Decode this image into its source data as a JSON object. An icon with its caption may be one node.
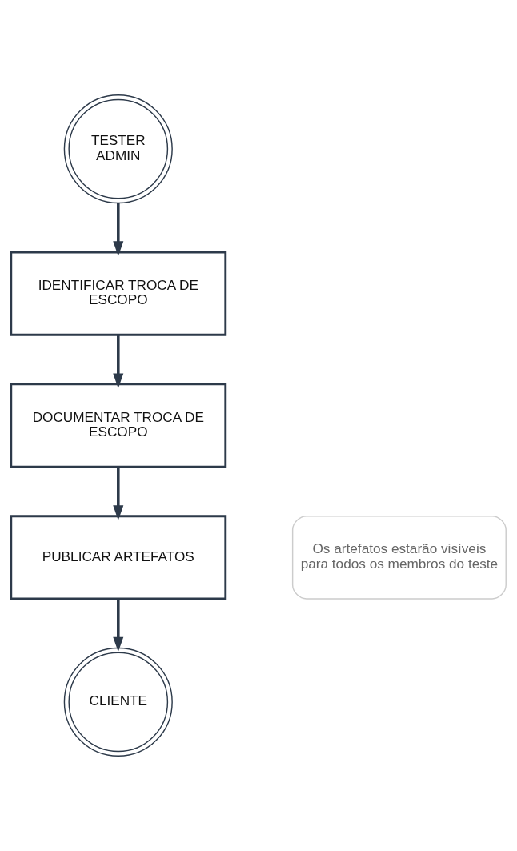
{
  "diagram": {
    "nodes": [
      {
        "text": [
          "TESTER ADMIN"
        ]
      },
      {
        "text": [
          "IDENTIFICAR TROCA DE ESCOPO"
        ]
      },
      {
        "text": [
          "DOCUMENTAR TROCA DE ESCOPO"
        ]
      },
      {
        "text": [
          "PUBLICAR ARTEFATOS"
        ]
      },
      {
        "text": [
          "CLIENTE"
        ]
      },
      {
        "text": [
          "Os artefatos estarão visíveis para todos os membros do teste"
        ]
      }
    ],
    "edges": [
      {
        "from": 0,
        "to": 1,
        "arrow": "to"
      },
      {
        "from": 1,
        "to": 2,
        "arrow": "to"
      },
      {
        "from": 2,
        "to": 3,
        "arrow": "to"
      },
      {
        "from": 3,
        "to": 4,
        "arrow": "to"
      }
    ]
  }
}
